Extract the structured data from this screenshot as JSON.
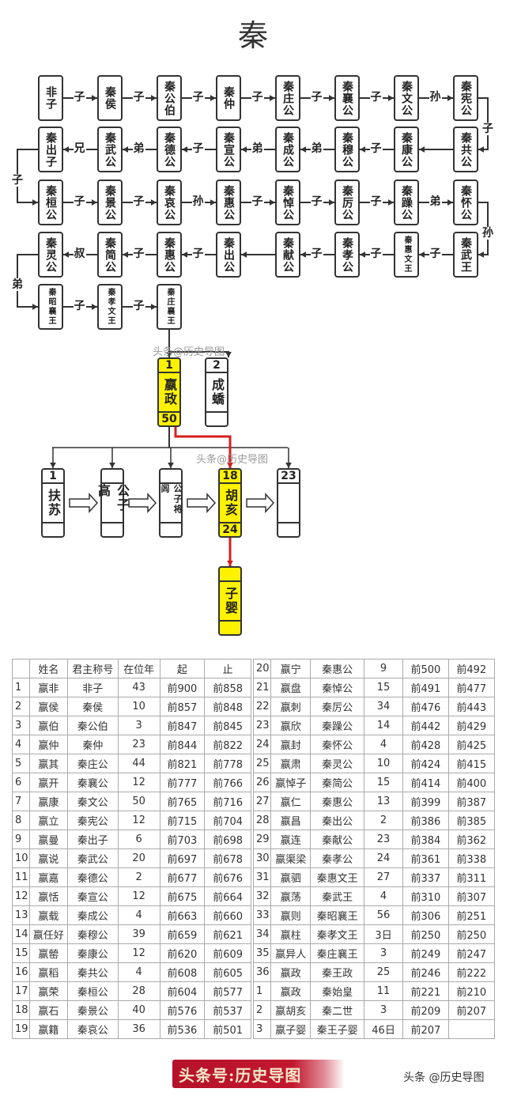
{
  "title": "秦",
  "lineage": {
    "row1": [
      "非子",
      "秦侯",
      "秦公伯",
      "秦仲",
      "秦庄公",
      "秦襄公",
      "秦文公",
      "秦宪公"
    ],
    "row1_links": [
      "子",
      "子",
      "子",
      "子",
      "子",
      "子",
      "孙"
    ],
    "link_r1_r2": "子",
    "row2": [
      "秦共公",
      "秦康公",
      "秦穆公",
      "秦成公",
      "秦宣公",
      "秦德公",
      "秦武公",
      "秦出子"
    ],
    "row2_links": [
      "",
      "子",
      "弟",
      "弟",
      "子",
      "弟",
      "兄"
    ],
    "link_r2_r3": "子",
    "row3": [
      "秦桓公",
      "秦景公",
      "秦哀公",
      "秦惠公",
      "秦悼公",
      "秦厉公",
      "秦躁公",
      "秦怀公"
    ],
    "row3_links": [
      "子",
      "子",
      "孙",
      "子",
      "子",
      "子",
      "弟"
    ],
    "link_r3_r4": "孙",
    "row4": [
      "秦武王",
      "秦惠文王",
      "秦孝公",
      "秦献公",
      "秦出公",
      "秦惠公",
      "秦简公",
      "秦灵公"
    ],
    "row4_links": [
      "子",
      "子",
      "子",
      "",
      "子",
      "子",
      "叔"
    ],
    "link_r4_r5": "弟",
    "row5": [
      "秦昭襄王",
      "秦孝文王",
      "秦庄襄王"
    ],
    "row5_links": [
      "子",
      "子"
    ]
  },
  "emperors": {
    "sons_of_zhuangxiang": [
      {
        "num": "1",
        "name": "嬴政",
        "end": "50",
        "highlight": true
      },
      {
        "num": "2",
        "name": "成蟜",
        "end": "",
        "highlight": false
      }
    ],
    "sons_of_ying_zheng": [
      {
        "num": "1",
        "name": "扶苏",
        "end": "",
        "highlight": false
      },
      {
        "num": "",
        "name": "公子高",
        "end": "",
        "highlight": false
      },
      {
        "num": "",
        "name": "公子将闾",
        "end": "",
        "highlight": false
      },
      {
        "num": "18",
        "name": "胡亥",
        "end": "24",
        "highlight": true
      },
      {
        "num": "23",
        "name": "",
        "end": "",
        "highlight": false
      }
    ],
    "last": {
      "num": "",
      "name": "子婴",
      "end": "",
      "highlight": true
    }
  },
  "watermarks": [
    "头条@历史导图",
    "头条@历史导图"
  ],
  "table": {
    "headers": [
      "",
      "姓名",
      "君主称号",
      "在位年",
      "起",
      "止"
    ],
    "left_rows": [
      [
        "1",
        "嬴非",
        "非子",
        "43",
        "前900",
        "前858"
      ],
      [
        "2",
        "嬴侯",
        "秦侯",
        "10",
        "前857",
        "前848"
      ],
      [
        "3",
        "嬴伯",
        "秦公伯",
        "3",
        "前847",
        "前845"
      ],
      [
        "4",
        "嬴仲",
        "秦仲",
        "23",
        "前844",
        "前822"
      ],
      [
        "5",
        "嬴其",
        "秦庄公",
        "44",
        "前821",
        "前778"
      ],
      [
        "6",
        "嬴开",
        "秦襄公",
        "12",
        "前777",
        "前766"
      ],
      [
        "7",
        "嬴康",
        "秦文公",
        "50",
        "前765",
        "前716"
      ],
      [
        "8",
        "嬴立",
        "秦宪公",
        "12",
        "前715",
        "前704"
      ],
      [
        "9",
        "嬴曼",
        "秦出子",
        "6",
        "前703",
        "前698"
      ],
      [
        "10",
        "嬴说",
        "秦武公",
        "20",
        "前697",
        "前678"
      ],
      [
        "11",
        "嬴嘉",
        "秦德公",
        "2",
        "前677",
        "前676"
      ],
      [
        "12",
        "嬴恬",
        "秦宣公",
        "12",
        "前675",
        "前664"
      ],
      [
        "13",
        "嬴载",
        "秦成公",
        "4",
        "前663",
        "前660"
      ],
      [
        "14",
        "嬴任好",
        "秦穆公",
        "39",
        "前659",
        "前621"
      ],
      [
        "15",
        "嬴罃",
        "秦康公",
        "12",
        "前620",
        "前609"
      ],
      [
        "16",
        "嬴稻",
        "秦共公",
        "4",
        "前608",
        "前605"
      ],
      [
        "17",
        "嬴荣",
        "秦桓公",
        "28",
        "前604",
        "前577"
      ],
      [
        "18",
        "嬴石",
        "秦景公",
        "40",
        "前576",
        "前537"
      ],
      [
        "19",
        "嬴籍",
        "秦哀公",
        "36",
        "前536",
        "前501"
      ]
    ],
    "right_rows": [
      [
        "20",
        "嬴宁",
        "秦惠公",
        "9",
        "前500",
        "前492"
      ],
      [
        "21",
        "嬴盘",
        "秦悼公",
        "15",
        "前491",
        "前477"
      ],
      [
        "22",
        "嬴刺",
        "秦厉公",
        "34",
        "前476",
        "前443"
      ],
      [
        "23",
        "嬴欣",
        "秦躁公",
        "14",
        "前442",
        "前429"
      ],
      [
        "24",
        "嬴封",
        "秦怀公",
        "4",
        "前428",
        "前425"
      ],
      [
        "25",
        "嬴肃",
        "秦灵公",
        "10",
        "前424",
        "前415"
      ],
      [
        "26",
        "嬴悼子",
        "秦简公",
        "15",
        "前414",
        "前400"
      ],
      [
        "27",
        "嬴仁",
        "秦惠公",
        "13",
        "前399",
        "前387"
      ],
      [
        "28",
        "嬴昌",
        "秦出公",
        "2",
        "前386",
        "前385"
      ],
      [
        "29",
        "嬴连",
        "秦献公",
        "23",
        "前384",
        "前362"
      ],
      [
        "30",
        "嬴渠梁",
        "秦孝公",
        "24",
        "前361",
        "前338"
      ],
      [
        "31",
        "嬴驷",
        "秦惠文王",
        "27",
        "前337",
        "前311"
      ],
      [
        "32",
        "嬴荡",
        "秦武王",
        "4",
        "前310",
        "前307"
      ],
      [
        "33",
        "嬴则",
        "秦昭襄王",
        "56",
        "前306",
        "前251"
      ],
      [
        "34",
        "嬴柱",
        "秦孝文王",
        "3日",
        "前250",
        "前250"
      ],
      [
        "35",
        "嬴异人",
        "秦庄襄王",
        "3",
        "前249",
        "前247"
      ],
      [
        "36",
        "嬴政",
        "秦王政",
        "25",
        "前246",
        "前222"
      ],
      [
        "1",
        "嬴政",
        "秦始皇",
        "11",
        "前221",
        "前210"
      ],
      [
        "2",
        "嬴胡亥",
        "秦二世",
        "3",
        "前209",
        "前207"
      ],
      [
        "3",
        "嬴子婴",
        "秦王子婴",
        "46日",
        "前207",
        ""
      ]
    ]
  },
  "footer": {
    "banner": "头条号:历史导图",
    "credit": "头条 @历史导图"
  },
  "colors": {
    "highlight": "#fff200",
    "red_arrow": "#d61f1f",
    "banner": "#b5122a"
  }
}
